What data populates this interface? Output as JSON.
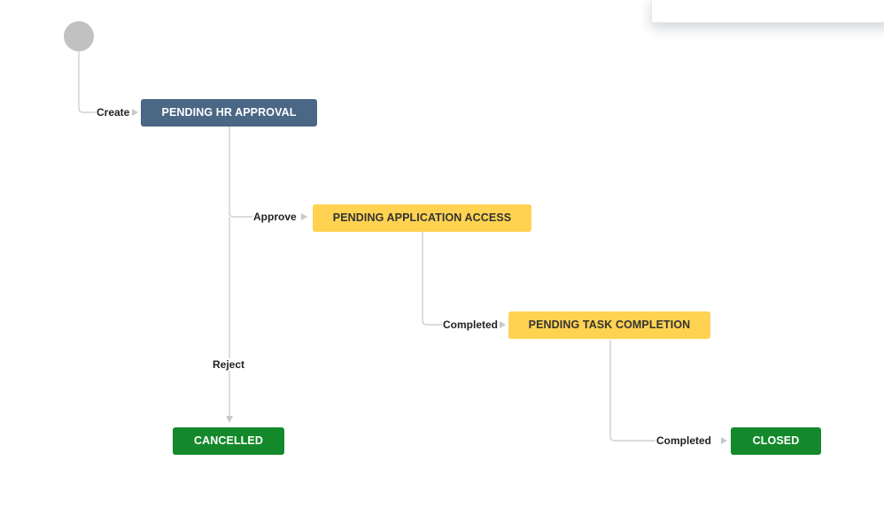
{
  "colors": {
    "todo": "#4a6785",
    "inprogress": "#ffd351",
    "done": "#14892c",
    "connector": "#c8c8c8",
    "start": "#c1c1c1"
  },
  "workflow": {
    "statuses": {
      "pending_hr_approval": "PENDING HR APPROVAL",
      "pending_application_access": "PENDING APPLICATION ACCESS",
      "pending_task_completion": "PENDING TASK COMPLETION",
      "cancelled": "CANCELLED",
      "closed": "CLOSED"
    },
    "transitions": {
      "create": "Create",
      "approve": "Approve",
      "reject": "Reject",
      "completed_1": "Completed",
      "completed_2": "Completed"
    }
  }
}
